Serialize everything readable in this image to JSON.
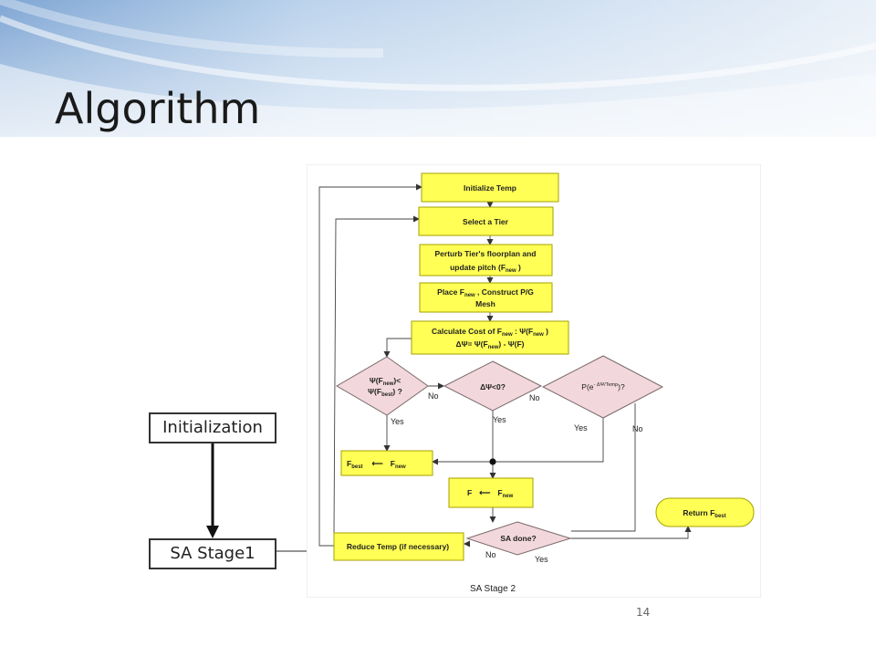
{
  "slide": {
    "title": "Algorithm",
    "page_number": "14",
    "colors": {
      "banner": "#a9c6e6",
      "box_fill": "#ffff55",
      "box_stroke": "#a6a000",
      "diamond_fill": "#f2d8dc",
      "diamond_stroke": "#7a6a6a"
    }
  },
  "left_flow": {
    "top_label": "Initialization",
    "bottom_label": "SA Stage1"
  },
  "flowchart": {
    "initialize_temp": "Initialize Temp",
    "select_tier": "Select a Tier",
    "perturb": {
      "l1": "Perturb Tier's floorplan and",
      "l2": "update pitch  (F",
      "sub": "new",
      "l3": " )"
    },
    "place": {
      "l1a": "Place F",
      "sub": "new",
      "l1b": " , Construct P/G",
      "l2": "Mesh"
    },
    "calc": {
      "l1a": "Calculate Cost of F",
      "sub1": "new",
      "l1b": " :   Ψ(F",
      "sub2": "new",
      "l1c": " )",
      "l2a": "ΔΨ= Ψ(F",
      "sub3": "new",
      "l2b": ") - Ψ(F)"
    },
    "d1": {
      "l1a": "Ψ(F",
      "sub1": "new",
      "l1b": ")<",
      "l2a": "Ψ(F",
      "sub2": "best",
      "l2b": ") ?"
    },
    "d2": "ΔΨ<0?",
    "d3": {
      "a": "P(e",
      "sup": "- ΔΨ/Temp",
      "b": ")?"
    },
    "fbest": {
      "a": "F",
      "sub_a": "best",
      "arrow": "⟵",
      "b": "F",
      "sub_b": "new"
    },
    "f": {
      "a": "F",
      "arrow": "⟵",
      "b": "F",
      "sub_b": "new"
    },
    "sa_done": "SA done?",
    "reduce_temp": "Reduce Temp (if necessary)",
    "return": {
      "a": "Return  F",
      "sub": "best"
    },
    "labels": {
      "yes": "Yes",
      "no": "No"
    },
    "caption": "SA Stage 2"
  }
}
